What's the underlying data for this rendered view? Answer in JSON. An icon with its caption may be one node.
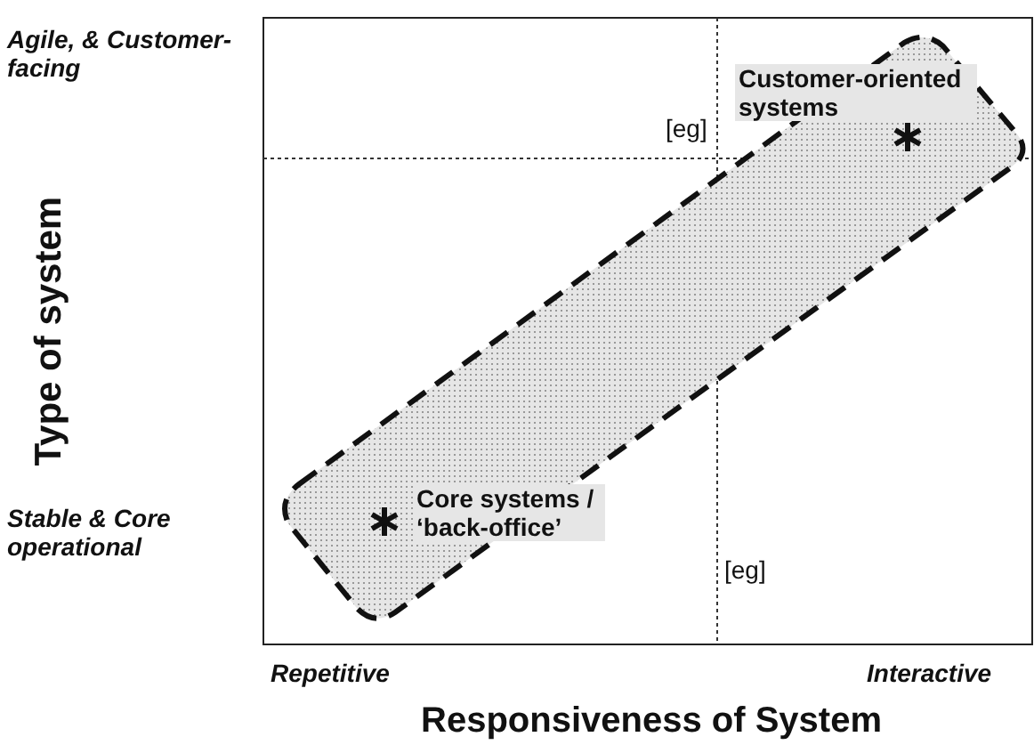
{
  "diagram": {
    "labels": [
      "Agile, & Customer-facing",
      "Stable & Core operational",
      "Type of system",
      "[eg]",
      "Customer-oriented systems",
      "Core systems / ‘back-office’",
      "[eg]",
      "Repetitive",
      "Interactive",
      "Responsiveness of System"
    ]
  }
}
